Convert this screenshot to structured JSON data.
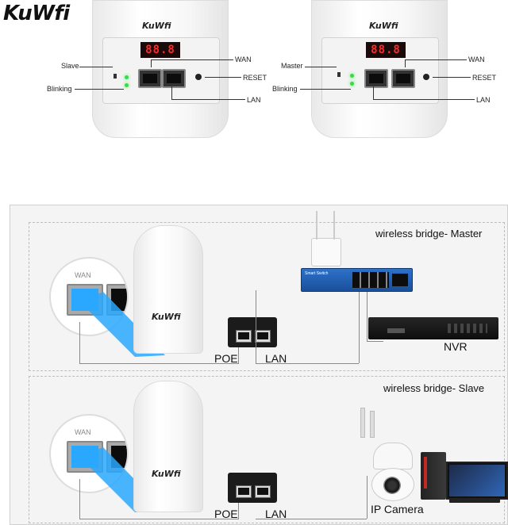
{
  "brand": {
    "logo": "KuWfi"
  },
  "left_device": {
    "brand": "KuWfi",
    "display": "88.8",
    "labels": {
      "switch": "Slave",
      "leds": "Blinking",
      "wan": "WAN",
      "reset": "RESET",
      "lan": "LAN"
    }
  },
  "right_device": {
    "brand": "KuWfi",
    "display": "88.8",
    "labels": {
      "switch": "Master",
      "leds": "Blinking",
      "wan": "WAN",
      "reset": "RESET",
      "lan": "LAN"
    }
  },
  "master_section": {
    "title": "wireless bridge- Master",
    "zoom_label": "WAN",
    "device_brand": "KuWfi",
    "poe_label": "POE",
    "lan_label": "LAN",
    "switch_text": "Smart Switch",
    "nvr_label": "NVR"
  },
  "slave_section": {
    "title": "wireless bridge- Slave",
    "zoom_label": "WAN",
    "device_brand": "KuWfi",
    "poe_label": "POE",
    "lan_label": "LAN",
    "camera_label": "IP Camera"
  },
  "colors": {
    "led": "#33dd44",
    "display": "#ff2a2a",
    "highlight": "#2aa8ff",
    "panel_bg": "#f4f4f4"
  }
}
